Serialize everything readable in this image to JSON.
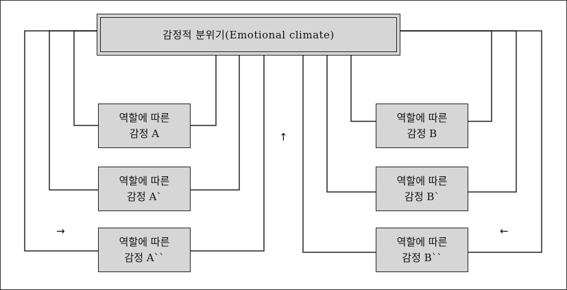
{
  "diagram": {
    "title": "감정적 분위기(Emotional climate)",
    "left_nodes": [
      {
        "line1": "역할에 따른",
        "line2": "감정 A"
      },
      {
        "line1": "역할에 따른",
        "line2": "감정 A`"
      },
      {
        "line1": "역할에 따른",
        "line2": "감정 A``"
      }
    ],
    "right_nodes": [
      {
        "line1": "역할에 따른",
        "line2": "감정 B"
      },
      {
        "line1": "역할에 따른",
        "line2": "감정 B`"
      },
      {
        "line1": "역할에 따른",
        "line2": "감정 B``"
      }
    ],
    "arrows": {
      "up": "↑",
      "right": "→",
      "left": "←"
    },
    "colors": {
      "box_fill": "#d6d6d6",
      "line": "#222222"
    }
  }
}
